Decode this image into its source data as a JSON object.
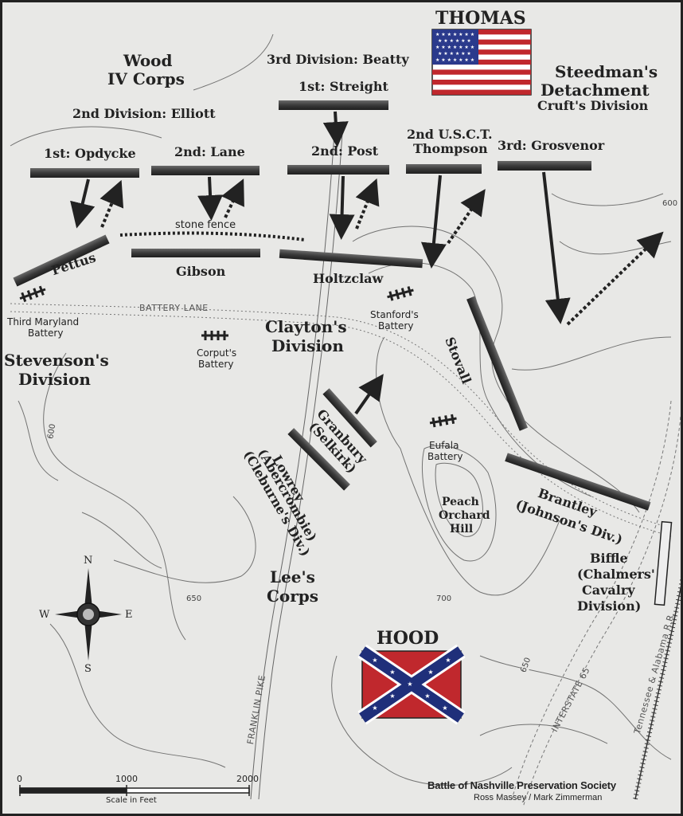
{
  "commanders": {
    "union": "THOMAS",
    "confederate": "HOOD"
  },
  "union": {
    "wood": "Wood",
    "iv_corps": "IV Corps",
    "second_division": "2nd Division: Elliott",
    "third_division": "3rd Division: Beatty",
    "opdycke": "1st: Opdycke",
    "lane": "2nd: Lane",
    "streight": "1st: Streight",
    "post": "2nd: Post",
    "usct_1": "2nd U.S.C.T.",
    "usct_2": "Thompson",
    "grosvenor": "3rd: Grosvenor",
    "steedman_1": "Steedman's",
    "steedman_2": "Detachment",
    "steedman_3": "Cruft's Division"
  },
  "confederate": {
    "pettus": "Pettus",
    "gibson": "Gibson",
    "holtzclaw": "Holtzclaw",
    "stovall": "Stovall",
    "clayton_1": "Clayton's",
    "clayton_2": "Division",
    "stevenson_1": "Stevenson's",
    "stevenson_2": "Division",
    "granbury_1": "Granbury",
    "granbury_2": "(Selkirk)",
    "lowrey_1": "Lowrey",
    "lowrey_2": "(Abercrombie)",
    "lowrey_3": "(Cleburne's Div.)",
    "brantley_1": "Brantley",
    "brantley_2": "(Johnson's Div.)",
    "biffle_1": "Biffle",
    "biffle_2": "(Chalmers'",
    "biffle_3": "Cavalry",
    "biffle_4": "Division)",
    "lees_1": "Lee's",
    "lees_2": "Corps"
  },
  "batteries": {
    "third_maryland_1": "Third Maryland",
    "third_maryland_2": "Battery",
    "corput_1": "Corput's",
    "corput_2": "Battery",
    "stanford_1": "Stanford's",
    "stanford_2": "Battery",
    "eufala_1": "Eufala",
    "eufala_2": "Battery"
  },
  "features": {
    "stone_fence": "stone fence",
    "battery_lane": "BATTERY LANE",
    "franklin_pike": "FRANKLIN PIKE",
    "interstate": "INTERSTATE 65",
    "railroad": "Tennessee & Alabama R.R.",
    "peach_1": "Peach",
    "peach_2": "Orchard",
    "peach_3": "Hill"
  },
  "contours": {
    "c600a": "600",
    "c600b": "600",
    "c650a": "650",
    "c650b": "650",
    "c700": "700"
  },
  "compass": {
    "n": "N",
    "s": "S",
    "e": "E",
    "w": "W"
  },
  "scale": {
    "t0": "0",
    "t1000": "1000",
    "t2000": "2000",
    "caption": "Scale in Feet"
  },
  "credits": {
    "society": "Battle of Nashville Preservation Society",
    "authors": "Ross Massey / Mark Zimmerman"
  },
  "colors": {
    "bar": "#3d3d3d",
    "bar_light": "#8a8a8a",
    "union_blue": "#2b3a8c",
    "union_red": "#c0282d",
    "rebel_red": "#c0282d",
    "rebel_blue": "#1f2f7a"
  }
}
